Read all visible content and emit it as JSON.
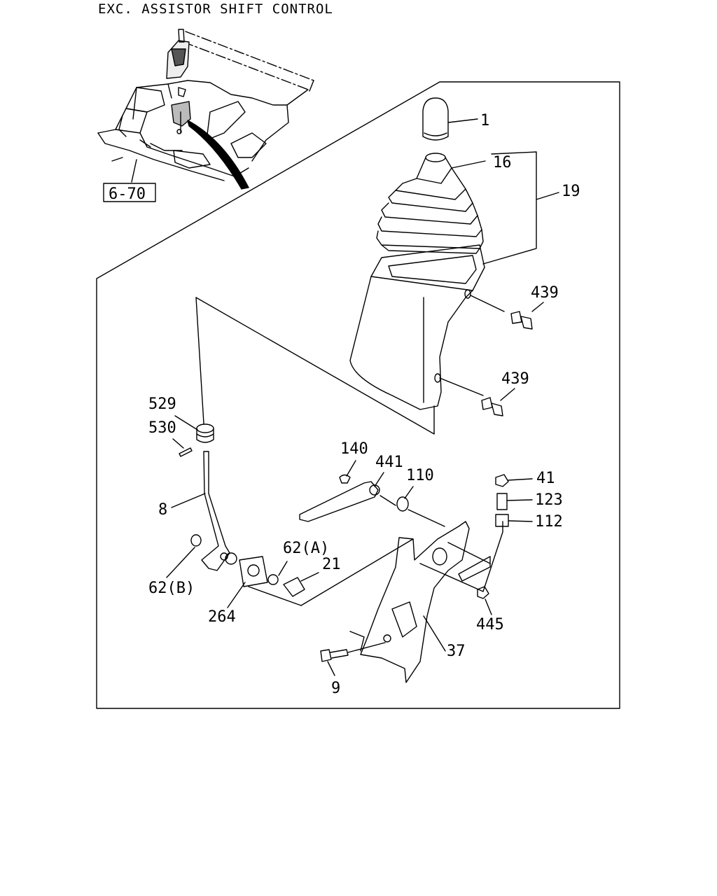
{
  "title": "EXC. ASSISTOR SHIFT CONTROL",
  "reference_box": "6-70",
  "callouts": {
    "c1": "1",
    "c16": "16",
    "c19": "19",
    "c439a": "439",
    "c439b": "439",
    "c529": "529",
    "c530": "530",
    "c140": "140",
    "c441": "441",
    "c110": "110",
    "c41": "41",
    "c123": "123",
    "c112": "112",
    "c8": "8",
    "c62a": "62(A)",
    "c21": "21",
    "c62b": "62(B)",
    "c264": "264",
    "c445": "445",
    "c37": "37",
    "c9": "9"
  },
  "icons": [
    "shift-knob",
    "shift-boot",
    "console-cover",
    "shift-lever",
    "bracket",
    "bolt",
    "nut",
    "bushing"
  ]
}
